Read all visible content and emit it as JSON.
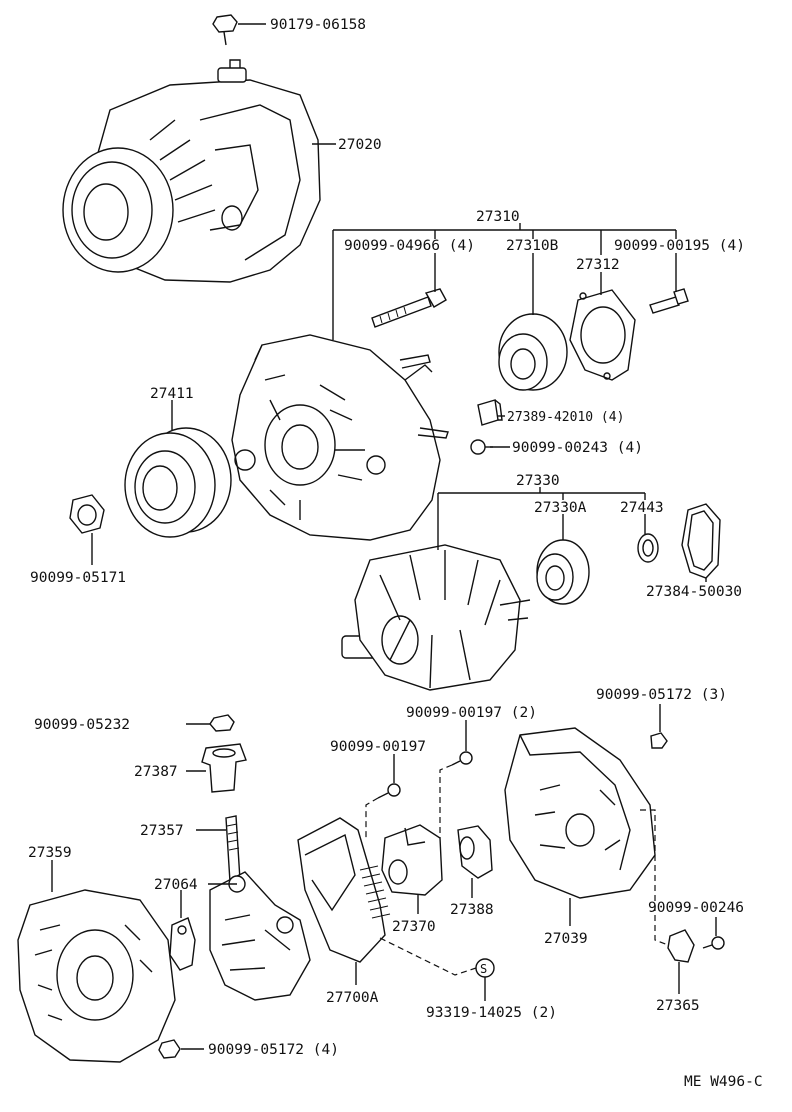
{
  "labels": {
    "alt_terminal_nut": "90179-06158",
    "alternator_assy": "27020",
    "drive_frame_assy": "27310",
    "drive_frame_bolt": "90099-04966 (4)",
    "front_bearing": "27310B",
    "bearing_retainer": "27312",
    "retainer_screw": "90099-00195 (4)",
    "clip": "27389-42010 (4)",
    "clip_screw": "90099-00243 (4)",
    "pulley": "27411",
    "pulley_nut": "90099-05171",
    "rotor_assy": "27330",
    "rear_bearing": "27330A",
    "bearing_cover": "27443",
    "bearing_cover_ring": "27384-50030",
    "terminal_nut": "90099-05232",
    "terminal_insulator": "27387",
    "terminal_bolt": "27357",
    "rectifier_end_cover": "27359",
    "insulator_plate": "27064",
    "rectifier_screw": "90099-05172 (4)",
    "brush_holder_screw_2": "90099-00197 (2)",
    "brush_holder_screw": "90099-00197",
    "brush_holder": "27370",
    "brush_holder_cover": "27388",
    "regulator": "27700A",
    "seal": "93319-14025 (2)",
    "end_frame": "27039",
    "end_frame_nut": "90099-05172 (3)",
    "cover_screw": "90099-00246",
    "terminal_cover": "27365",
    "diagram_code": "ME W496-C"
  }
}
